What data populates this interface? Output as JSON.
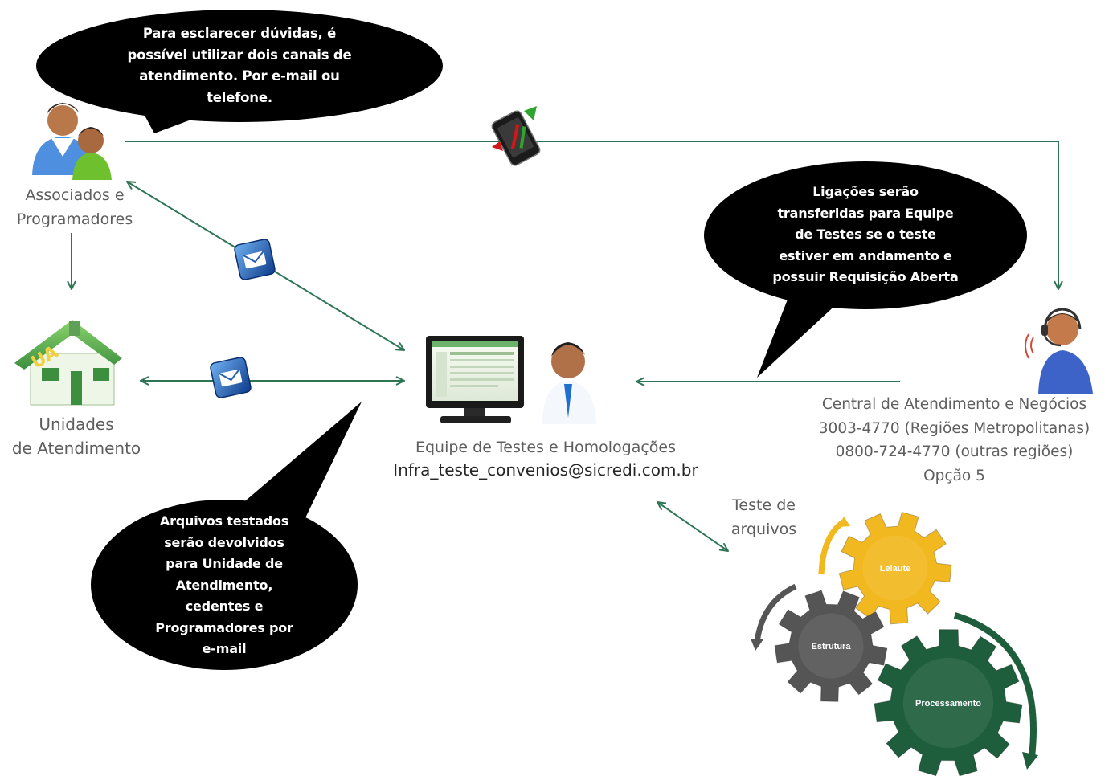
{
  "bubbles": {
    "top_left": "Para esclarecer dúvidas, é\npossível utilizar dois canais de\natendimento. Por e-mail ou\ntelefone.",
    "right": "Ligações serão\ntransferidas para Equipe\nde Testes se o teste\nestiver em andamento  e\npossuir Requisição Aberta",
    "bottom_left": "Arquivos testados\nserão devolvidos\npara Unidade  de\nAtendimento,\ncedentes e\nProgramadores por\ne-mail"
  },
  "nodes": {
    "associados": "Associados e\nProgramadores",
    "unidades": "Unidades\nde Atendimento",
    "equipe": "Equipe de Testes e Homologações",
    "equipe_email": "Infra_teste_convenios@sicredi.com.br",
    "central": "Central de Atendimento e Negócios\n3003-4770  (Regiões Metropolitanas)\n0800-724-4770  (outras regiões)\nOpção 5",
    "teste_arquivos": "Teste de\narquivos",
    "ua_badge": "UA"
  },
  "gears": {
    "leiaute": "Leiaute",
    "estrutura": "Estrutura",
    "processamento": "Processamento"
  },
  "colors": {
    "connector": "#2e7555",
    "bubble": "#000000",
    "gear_yellow": "#f2b81f",
    "gear_gray": "#555555",
    "gear_green": "#1e5e3c",
    "label_gray": "#5e5e5e",
    "house_green": "#4fa65a"
  },
  "icons": [
    "people-icon",
    "phone-icon",
    "email-icon",
    "house-icon",
    "monitor-icon",
    "businessman-icon",
    "headset-agent-icon",
    "gear-icon"
  ]
}
